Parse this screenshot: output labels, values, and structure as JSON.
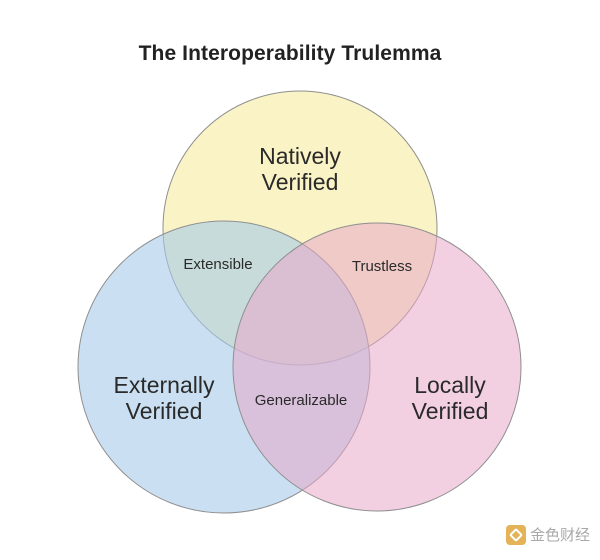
{
  "title": "The Interoperability Trulemma",
  "sets": [
    {
      "label_line1": "Natively",
      "label_line2": "Verified",
      "color": "#f7eeae"
    },
    {
      "label_line1": "Externally",
      "label_line2": "Verified",
      "color": "#a7cbea"
    },
    {
      "label_line1": "Locally",
      "label_line2": "Verified",
      "color": "#e7a8c9"
    }
  ],
  "intersections": {
    "natively_externally": "Extensible",
    "natively_locally": "Trustless",
    "externally_locally": "Generalizable"
  },
  "watermark": {
    "text": "金色财经",
    "logo_color": "#e0a53a"
  }
}
